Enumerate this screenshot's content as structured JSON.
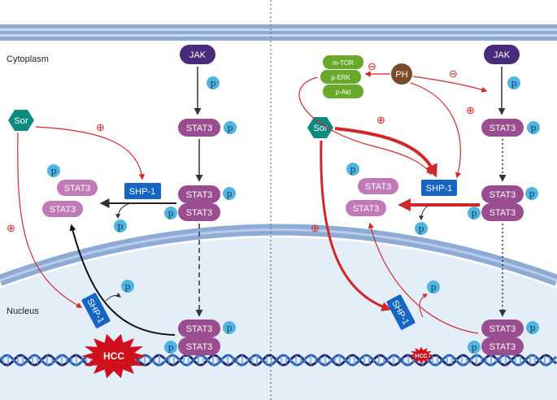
{
  "labels": {
    "cytoplasm": "Cytoplasm",
    "nucleus": "Nucleus"
  },
  "left": {
    "jak": "JAK",
    "stat3": "STAT3",
    "p": "p",
    "sor": "Sor",
    "shp1": "SHP-1",
    "hcc": "HCC",
    "plus": "⊕"
  },
  "right": {
    "jak": "JAK",
    "stat3": "STAT3",
    "p": "p",
    "sor": "Sor",
    "shp1": "SHP-1",
    "hcc": "HCC",
    "ph": "PH",
    "mtor": "m-TOR",
    "perk": "p-ERK",
    "pakt": "p-Akt",
    "plus": "⊕",
    "minus": "⊖"
  },
  "colors": {
    "jak": "#4a2a7a",
    "stat3_active": "#9a4d8f",
    "stat3_inactive": "#c07ab7",
    "p": "#4fb4e0",
    "sor": "#0f8a80",
    "shp1": "#1466c2",
    "ph": "#7a4a2a",
    "green": "#6aaa2a",
    "hcc": "#d0101a",
    "inhibit": "#d0282a",
    "membrane": "#8eaad6",
    "nucleus_fill": "#e4eef9"
  }
}
